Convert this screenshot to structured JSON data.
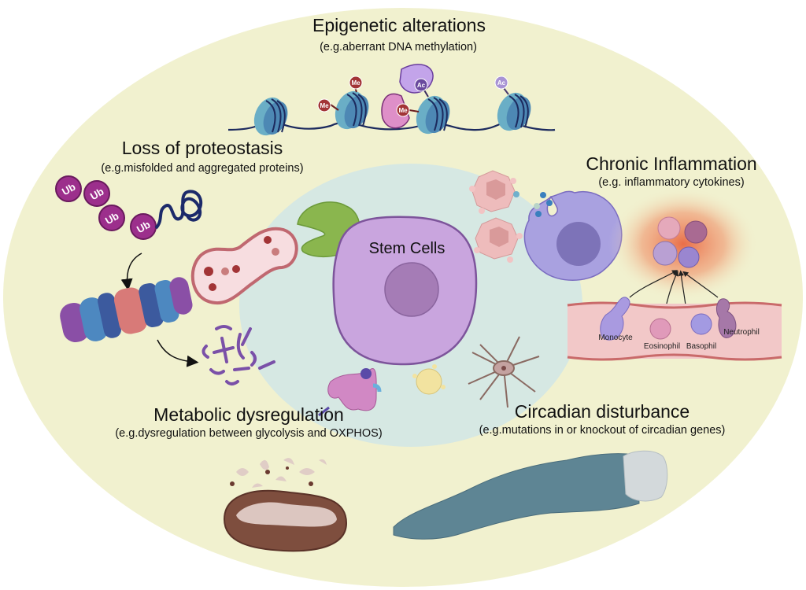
{
  "diagram": {
    "center": {
      "label": "Stem Cells"
    },
    "sections": {
      "epigenetic": {
        "title": "Epigenetic alterations",
        "subtitle": "(e.g.aberrant DNA methylation)"
      },
      "proteostasis": {
        "title": "Loss of proteostasis",
        "subtitle": "(e.g.misfolded and aggregated proteins)"
      },
      "inflammation": {
        "title": "Chronic Inflammation",
        "subtitle": "(e.g. inflammatory cytokines)"
      },
      "metabolic": {
        "title": "Metabolic dysregulation",
        "subtitle": "(e.g.dysregulation between glycolysis and OXPHOS)"
      },
      "circadian": {
        "title": "Circadian disturbance",
        "subtitle": "(e.g.mutations in or knockout of circadian genes)"
      }
    },
    "marks": {
      "methyl": "Me",
      "acetyl": "Ac",
      "ubiquitin": "Ub"
    },
    "leukocytes": [
      "Monocyte",
      "Eosinophil",
      "Basophil",
      "Neutrophil"
    ],
    "colors": {
      "outer": "#f1f1cf",
      "niche": "#d6e8e3",
      "stem_cell": "#c9a5de",
      "nucleus": "#a57cb6",
      "nucleosome": "#6aaec6",
      "methyl": "#a23436",
      "acetyl": "#7a5aa8",
      "ubiquitin": "#9c2f8c",
      "vessel": "#f2c8c8"
    }
  }
}
